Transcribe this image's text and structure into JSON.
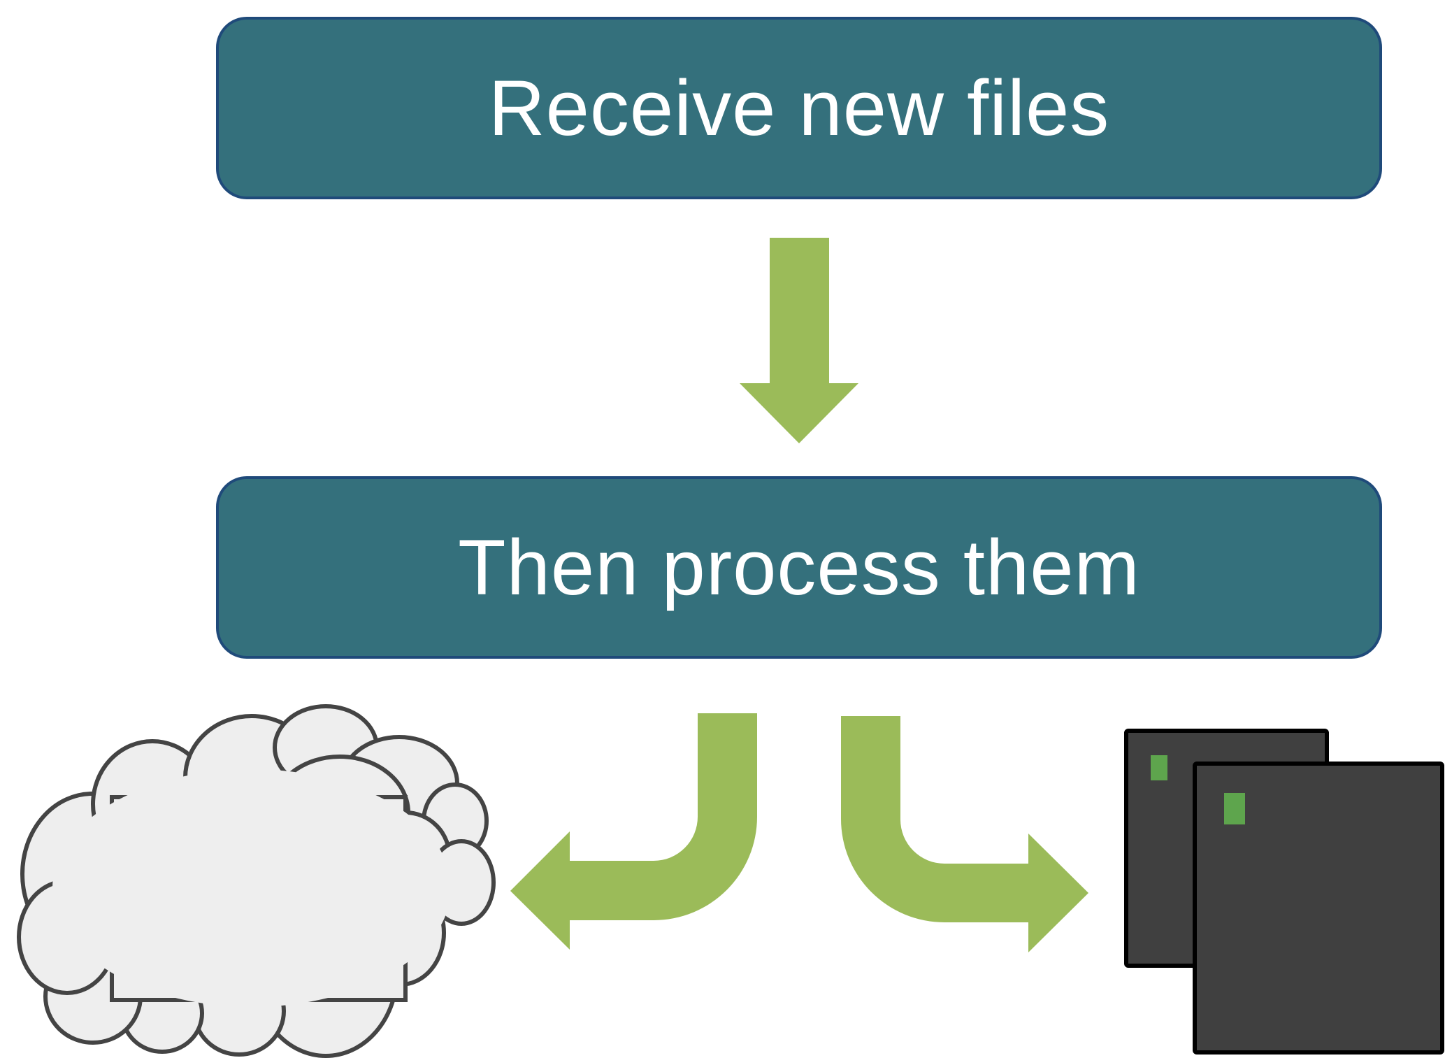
{
  "flow": {
    "steps": [
      {
        "label": "Receive new files"
      },
      {
        "label": "Then process them"
      }
    ],
    "branches": [
      {
        "direction": "left",
        "target": "cloud"
      },
      {
        "direction": "right",
        "target": "stacked-windows"
      }
    ]
  },
  "icons": {
    "down_arrow": "arrow-down-icon",
    "left_branch": "bent-arrow-left-icon",
    "right_branch": "bent-arrow-right-icon",
    "cloud": "cloud-icon",
    "windows": "stacked-windows-icon"
  },
  "colors": {
    "box_fill": "#34707c",
    "box_border": "#1f4a7a",
    "box_text": "#ffffff",
    "arrow": "#9bbb59",
    "cloud_fill": "#eeeeee",
    "cloud_stroke": "#444444",
    "window_fill": "#404040",
    "window_border": "#000000",
    "window_accent": "#5ea54d"
  }
}
